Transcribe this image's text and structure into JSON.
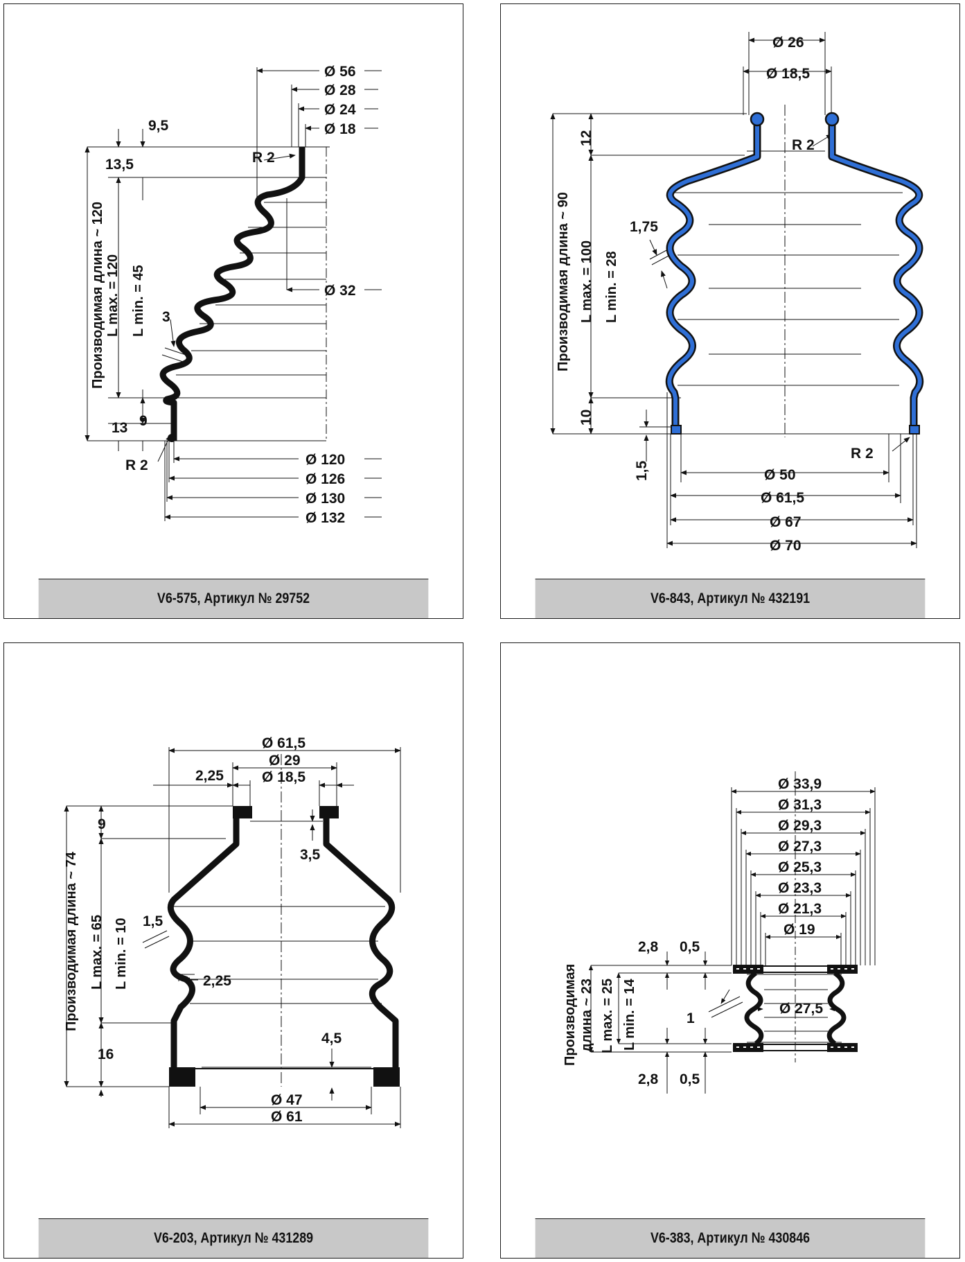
{
  "panels": [
    {
      "caption": "V6-575, Артикул № 29752",
      "labels": {
        "d56": "Ø 56",
        "d28": "Ø 28",
        "d24": "Ø 24",
        "d18": "Ø 18",
        "d32": "Ø 32",
        "d120": "Ø 120",
        "d126": "Ø 126",
        "d130": "Ø 130",
        "d132": "Ø 132",
        "h95": "9,5",
        "h135": "13,5",
        "h13": "13",
        "h9": "9",
        "h3": "3",
        "r2a": "R 2",
        "r2b": "R 2",
        "prod": "Производимая длина ~ 120",
        "lmax": "L max. = 120",
        "lmin": "L min. =  45"
      }
    },
    {
      "caption": "V6-843, Артикул № 432191",
      "labels": {
        "d26": "Ø 26",
        "d185": "Ø 18,5",
        "d50": "Ø 50",
        "d615": "Ø 61,5",
        "d67": "Ø 67",
        "d70": "Ø 70",
        "h12": "12",
        "h10": "10",
        "h15": "1,5",
        "h175": "1,75",
        "r2a": "R 2",
        "r2b": "R 2",
        "prod": "Производимая длина ~ 90",
        "lmax": "L max. = 100",
        "lmin": "L min. = 28"
      }
    },
    {
      "caption": "V6-203, Артикул № 431289",
      "labels": {
        "d615": "Ø 61,5",
        "d29": "Ø 29",
        "d185": "Ø 18,5",
        "w225a": "2,25",
        "w225b": "2,25",
        "h9": "9",
        "h16": "16",
        "h35": "3,5",
        "h45": "4,5",
        "h15": "1,5",
        "d47": "Ø 47",
        "d61": "Ø 61",
        "prod": "Производимая длина ~ 74",
        "lmax": "L max. = 65",
        "lmin": "L min. = 10"
      }
    },
    {
      "caption": "V6-383, Артикул № 430846",
      "labels": {
        "d339": "Ø 33,9",
        "d313": "Ø 31,3",
        "d293": "Ø 29,3",
        "d273": "Ø 27,3",
        "d253": "Ø 25,3",
        "d233": "Ø 23,3",
        "d213": "Ø 21,3",
        "d19": "Ø 19",
        "d275": "Ø 27,5",
        "h28a": "2,8",
        "h05a": "0,5",
        "h28b": "2,8",
        "h05b": "0,5",
        "h1": "1",
        "prod1": "Производимая",
        "prod2": "длина ~ 23",
        "lmax": "L max. = 25",
        "lmin": "L min. = 14"
      }
    }
  ],
  "colors": {
    "profile_black": "#111111",
    "profile_blue": "#2f6fd6",
    "caption_bg": "#c8c8c8"
  }
}
